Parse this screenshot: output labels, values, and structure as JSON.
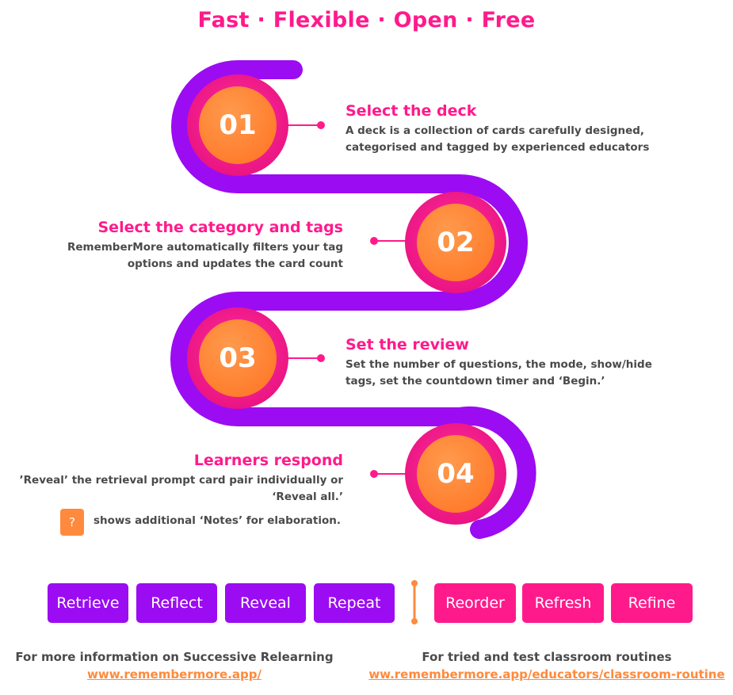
{
  "header": {
    "title": "Fast · Flexible · Open  · Free"
  },
  "steps": [
    {
      "number": "01",
      "title": "Select the deck",
      "description": "A deck is a collection of cards carefully designed, categorised and tagged by experienced educators"
    },
    {
      "number": "02",
      "title": "Select the category and tags",
      "description": "RememberMore automatically filters your tag options and updates the card count"
    },
    {
      "number": "03",
      "title": "Set the review",
      "description": "Set the number of questions,  the mode, show/hide tags, set the countdown timer and ‘Begin.’"
    },
    {
      "number": "04",
      "title": "Learners respond",
      "description": "’Reveal’ the retrieval prompt card pair individually or ‘Reveal all.’",
      "help_icon_text": "?",
      "help_note": "shows additional ‘Notes’ for elaboration."
    }
  ],
  "buttons": {
    "purple": [
      "Retrieve",
      "Reflect",
      "Reveal",
      "Repeat"
    ],
    "pink": [
      "Reorder",
      "Refresh",
      "Refine"
    ]
  },
  "footer": {
    "left_text": "For more information on Successive Relearning",
    "left_link": "www.remembermore.app/",
    "right_text": "For tried and test classroom routines",
    "right_link": "ww.remembermore.app/educators/classroom-routine"
  },
  "colors": {
    "pink": "#ff1a8c",
    "purple": "#9b0cf2",
    "orange": "#ff8a3d"
  }
}
